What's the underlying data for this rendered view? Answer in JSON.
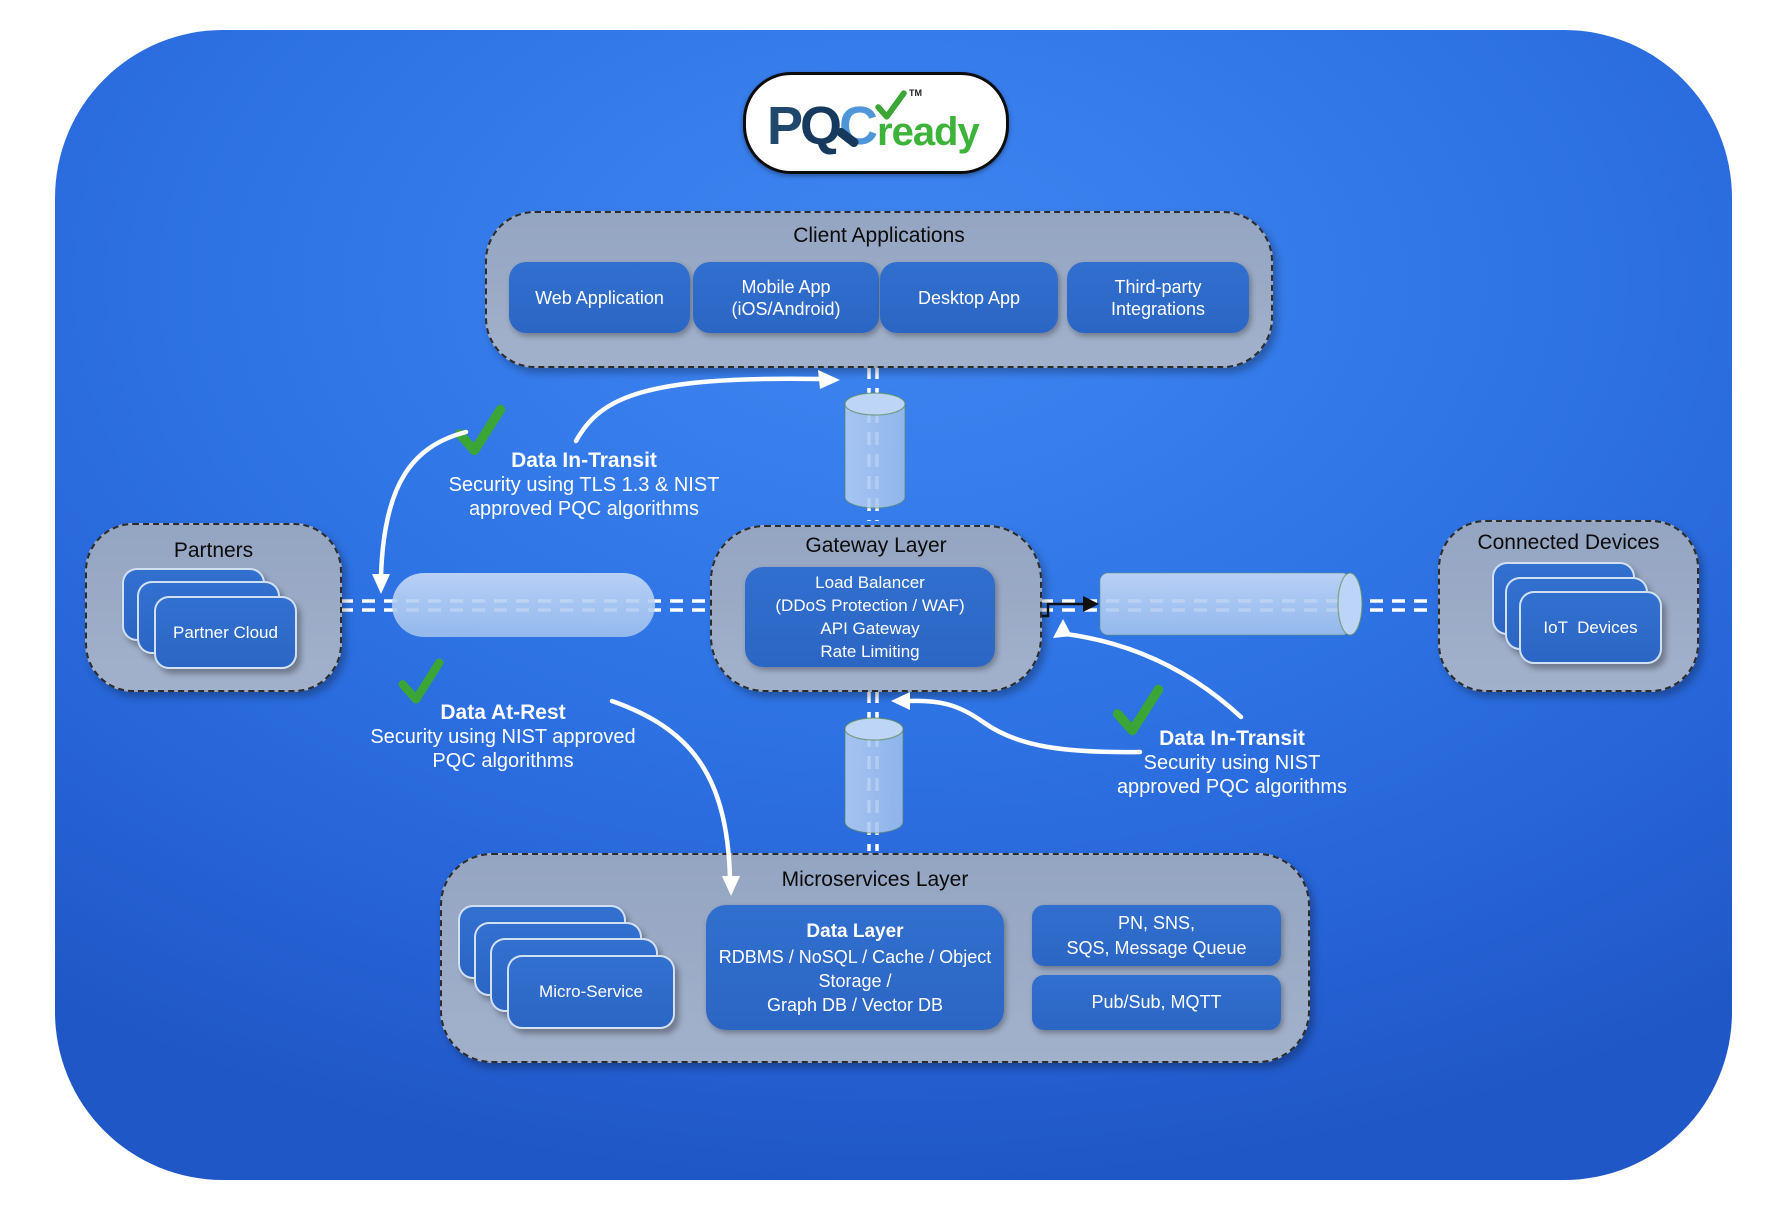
{
  "colors": {
    "background_blue": "#2E73E4",
    "panel_gray": "#9CACC7",
    "box_blue": "#2D6BC8",
    "pipe_blue": "#AECBF3",
    "check_green": "#3BA636",
    "logo_navy": "#1C4467",
    "logo_light_blue": "#4F96D8",
    "logo_green": "#3DB33A",
    "dashed_line_white": "#FFFFFF"
  },
  "logo": {
    "word_pqc": "PQC",
    "word_ready": "ready",
    "trademark": "TM"
  },
  "panels": {
    "client": {
      "title": "Client Applications",
      "buttons": [
        "Web Application",
        "Mobile App (iOS/Android)",
        "Desktop App",
        "Third-party Integrations"
      ]
    },
    "gateway": {
      "title": "Gateway Layer",
      "box_lines": [
        "Load Balancer",
        "(DDoS Protection / WAF)",
        "API Gateway",
        "Rate Limiting"
      ]
    },
    "partners": {
      "title": "Partners",
      "card": "Partner Cloud"
    },
    "connected": {
      "title": "Connected Devices",
      "card": "IoT  Devices"
    },
    "microservices": {
      "title": "Microservices Layer",
      "service_card": "Micro-Service",
      "data_layer": {
        "title": "Data Layer",
        "lines": [
          "RDBMS / NoSQL / Cache / Object",
          "Storage /",
          "Graph DB / Vector DB"
        ]
      },
      "messaging_box": {
        "lines": [
          "PN, SNS,",
          "SQS, Message Queue"
        ]
      },
      "pubsub_box": {
        "label": "Pub/Sub, MQTT"
      }
    }
  },
  "annotations": [
    {
      "title": "Data In-Transit",
      "lines": [
        "Security using TLS 1.3 & NIST",
        "approved PQC algorithms"
      ]
    },
    {
      "title": "Data At-Rest",
      "lines": [
        "Security using NIST approved",
        "PQC algorithms"
      ]
    },
    {
      "title": "Data In-Transit",
      "lines": [
        "Security using NIST",
        "approved PQC algorithms"
      ]
    }
  ],
  "icons": {
    "check": "✓"
  }
}
